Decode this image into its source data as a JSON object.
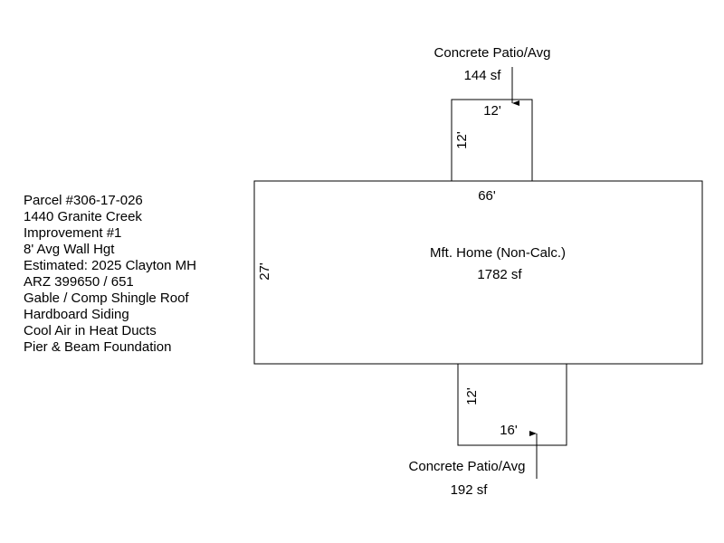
{
  "info": [
    "Parcel #306-17-026",
    "1440 Granite Creek",
    "Improvement #1",
    "8' Avg Wall Hgt",
    "Estimated: 2025 Clayton MH",
    "ARZ 399650 / 651",
    "Gable / Comp Shingle Roof",
    "Hardboard Siding",
    "Cool Air in Heat Ducts",
    "Pier & Beam Foundation"
  ],
  "main_structure": {
    "label": "Mft. Home (Non-Calc.)",
    "area": "1782 sf",
    "width_label": "66'",
    "depth_label": "27'"
  },
  "top_patio": {
    "label": "Concrete Patio/Avg",
    "area": "144 sf",
    "width_label": "12'",
    "depth_label": "12'"
  },
  "bottom_patio": {
    "label": "Concrete Patio/Avg",
    "area": "192 sf",
    "width_label": "16'",
    "depth_label": "12'"
  }
}
